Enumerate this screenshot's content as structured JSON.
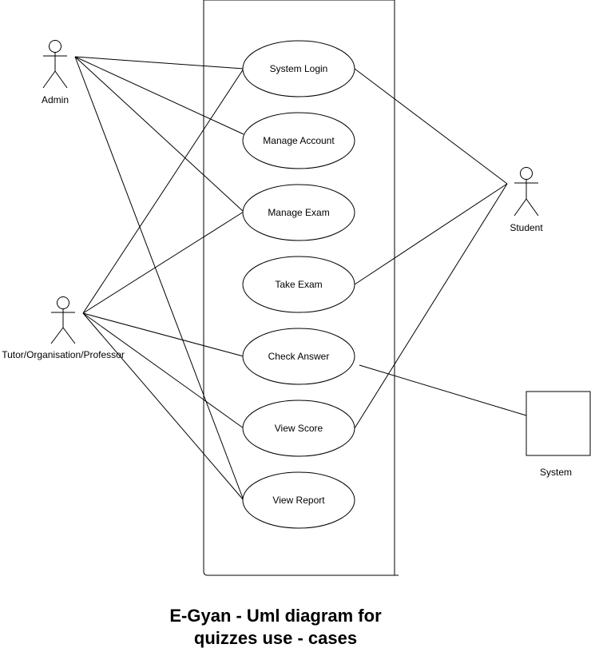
{
  "actors": {
    "admin": "Admin",
    "tutor": "Tutor/Organisation/Professor",
    "student": "Student",
    "system": "System"
  },
  "use_cases": {
    "system_login": "System Login",
    "manage_account": "Manage Account",
    "manage_exam": "Manage Exam",
    "take_exam": "Take Exam",
    "check_answer": "Check Answer",
    "view_score": "View Score",
    "view_report": "View Report"
  },
  "title": {
    "line1": "E-Gyan - Uml diagram for",
    "line2": "quizzes use - cases"
  },
  "colors": {
    "stroke": "#000000",
    "background": "#ffffff"
  }
}
